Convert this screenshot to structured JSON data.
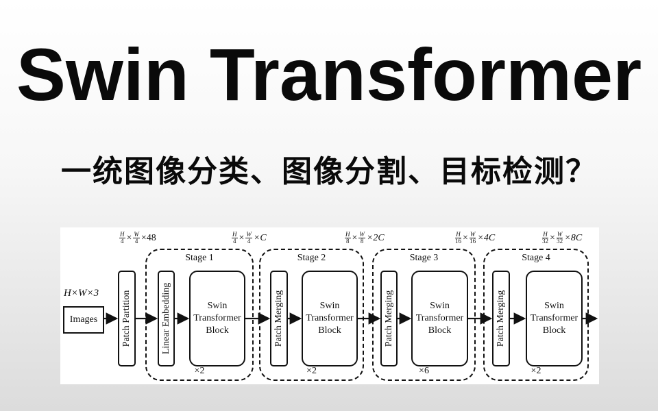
{
  "title": "Swin Transformer",
  "subtitle": "一统图像分类、图像分割、目标检测？",
  "diagram": {
    "input_dim": "H×W×3",
    "images_label": "Images",
    "patch_partition": "Patch Partition",
    "dims": [
      {
        "h": "H",
        "hd": "4",
        "w": "W",
        "wd": "4",
        "c": "×48"
      },
      {
        "h": "H",
        "hd": "4",
        "w": "W",
        "wd": "4",
        "c": "×C"
      },
      {
        "h": "H",
        "hd": "8",
        "w": "W",
        "wd": "8",
        "c": "×2C"
      },
      {
        "h": "H",
        "hd": "16",
        "w": "W",
        "wd": "16",
        "c": "×4C"
      },
      {
        "h": "H",
        "hd": "32",
        "w": "W",
        "wd": "32",
        "c": "×8C"
      }
    ],
    "times": "×",
    "stages": [
      {
        "name": "Stage 1",
        "module": "Linear Embedding",
        "block": "Swin Transformer Block",
        "repeat": "×2"
      },
      {
        "name": "Stage 2",
        "module": "Patch Merging",
        "block": "Swin Transformer Block",
        "repeat": "×2"
      },
      {
        "name": "Stage 3",
        "module": "Patch Merging",
        "block": "Swin Transformer Block",
        "repeat": "×6"
      },
      {
        "name": "Stage 4",
        "module": "Patch Merging",
        "block": "Swin Transformer Block",
        "repeat": "×2"
      }
    ]
  }
}
